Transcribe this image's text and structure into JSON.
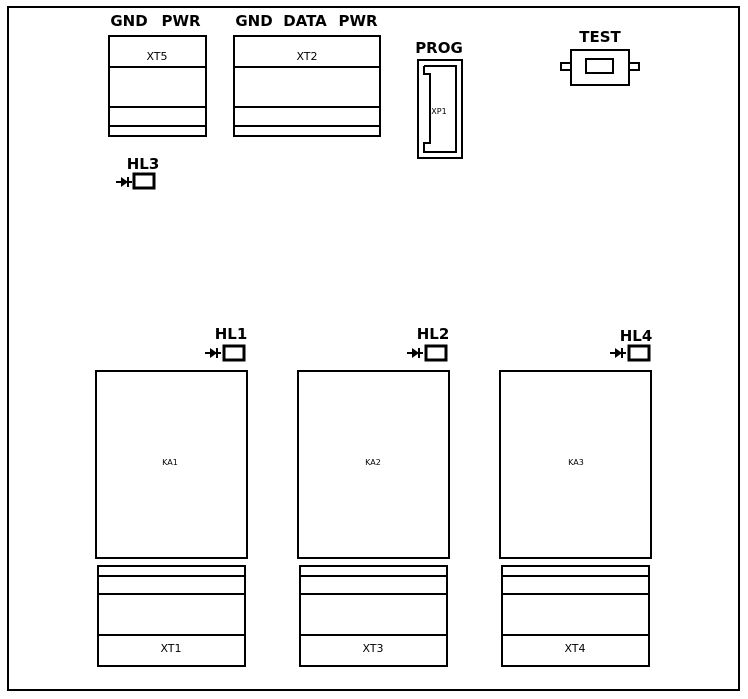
{
  "connectors": {
    "xt5": {
      "ref": "XT5",
      "header": [
        "GND",
        "PWR"
      ]
    },
    "xt2": {
      "ref": "XT2",
      "header": [
        "GND",
        "DATA",
        "PWR"
      ]
    },
    "xp1": {
      "ref": "XP1",
      "header": "PROG"
    },
    "xt1": {
      "ref": "XT1"
    },
    "xt3": {
      "ref": "XT3"
    },
    "xt4": {
      "ref": "XT4"
    }
  },
  "button": {
    "label": "TEST"
  },
  "leds": {
    "hl1": "HL1",
    "hl2": "HL2",
    "hl3": "HL3",
    "hl4": "HL4"
  },
  "relays": {
    "ka1": "KA1",
    "ka2": "KA2",
    "ka3": "KA3"
  }
}
